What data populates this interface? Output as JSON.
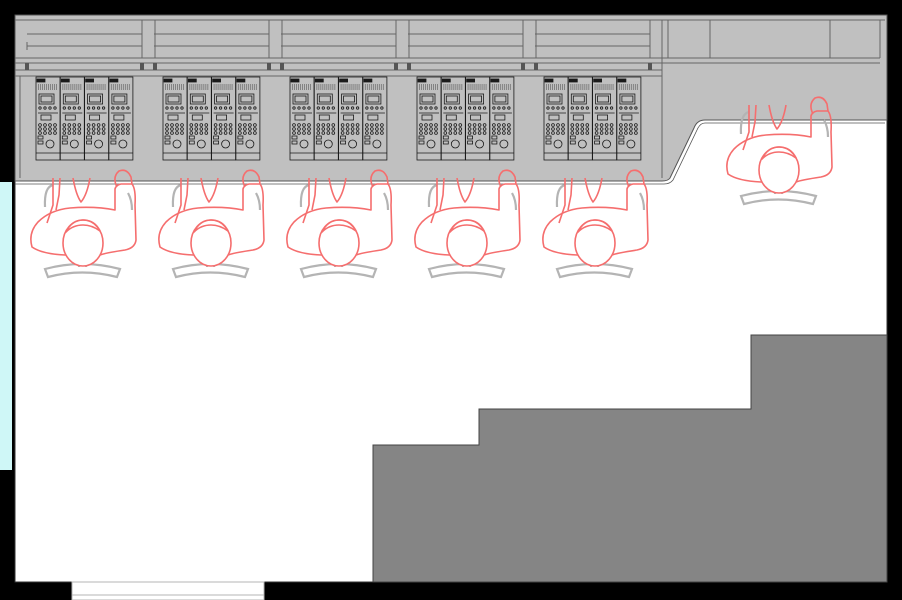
{
  "drawing": {
    "consoles_groups": 5,
    "modules_per_group": 4,
    "operators": 6
  },
  "colors": {
    "background": "#000000",
    "floor": "#ffffff",
    "desk": "#c0c0c0",
    "desk_line": "#555555",
    "stage": "#858585",
    "operator": "#f56e6e",
    "chair": "#b4b4b4",
    "window": "#cff7f7",
    "module": "#1a1a1a"
  }
}
